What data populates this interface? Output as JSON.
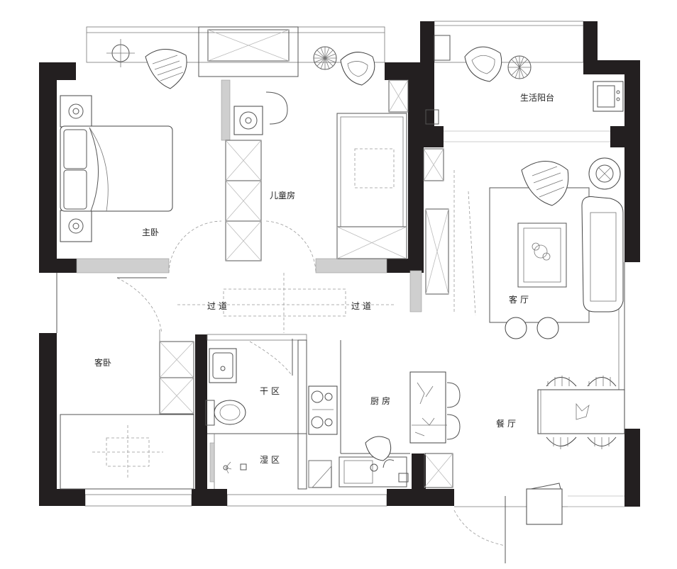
{
  "rooms": {
    "master_bedroom": "主卧",
    "kids_room": "儿童房",
    "utility_balcony": "生活阳台",
    "corridor_left": "过道",
    "corridor_right": "过道",
    "living_room": "客厅",
    "guest_bedroom": "客卧",
    "dry_zone": "干区",
    "kitchen": "厨房",
    "wet_zone": "湿区",
    "dining_room": "餐厅"
  }
}
